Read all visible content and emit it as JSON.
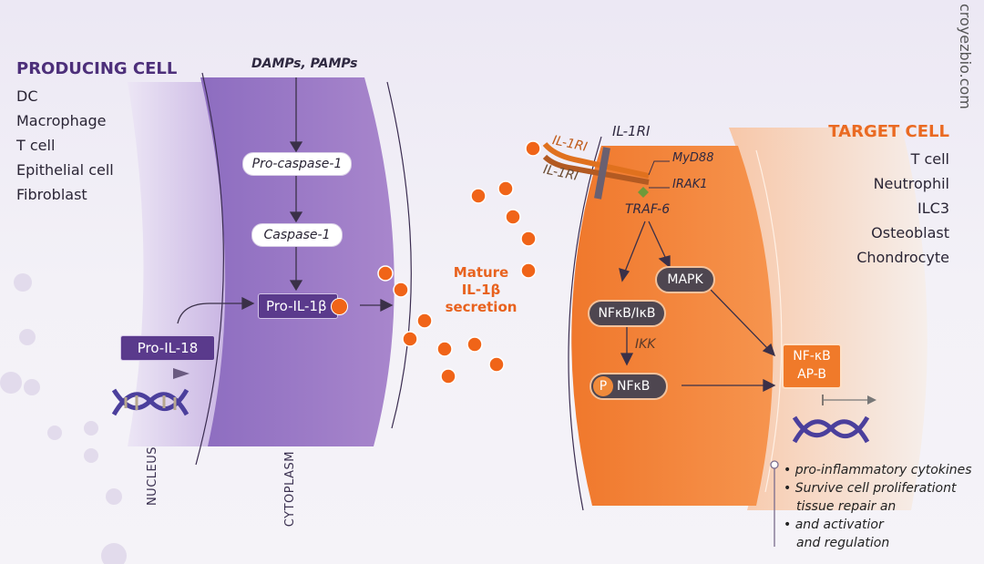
{
  "producing_cell": {
    "title": "PRODUCING CELL",
    "items": [
      "DC",
      "Macrophage",
      "T cell",
      "Epithelial cell",
      "Fibroblast"
    ]
  },
  "target_cell": {
    "title": "TARGET CELL",
    "items": [
      "T cell",
      "Neutrophil",
      "ILC3",
      "Osteoblast",
      "Chondrocyte"
    ]
  },
  "inputs": "DAMPs, PAMPs",
  "pathway": {
    "pro_caspase": "Pro-caspase-1",
    "caspase": "Caspase-1",
    "pro_il1b": "Pro-IL-1β",
    "pro_il18": "Pro-IL-18"
  },
  "secretion": [
    "Mature",
    "IL-1β",
    "secretion"
  ],
  "receptor": {
    "label": "IL-1RI",
    "chain1": "IL-1RI",
    "chain2": "IL-1RI",
    "myd88": "MyD88",
    "irak1": "IRAK1",
    "traf6": "TRAF-6"
  },
  "signaling": {
    "mapk": "MAPK",
    "nfkb_ikb": "NFκB/IκB",
    "ikk": "IKK",
    "p": "P",
    "nfkb": "NFκB",
    "tf_line1": "NF-κB",
    "tf_line2": "AP-B"
  },
  "compartments": {
    "nucleus": "NUCLEUS",
    "cytoplasm": "CYTOPLASM"
  },
  "outcomes": [
    "pro-inflammatory cytokines",
    "Survive cell proliferationt",
    "tissue repair an",
    "and activatior",
    "and regulation"
  ],
  "watermark": "croyezbio.com",
  "colors": {
    "purple": "#5a3a8c",
    "orange": "#f07a2a",
    "particle": "#f06418"
  }
}
